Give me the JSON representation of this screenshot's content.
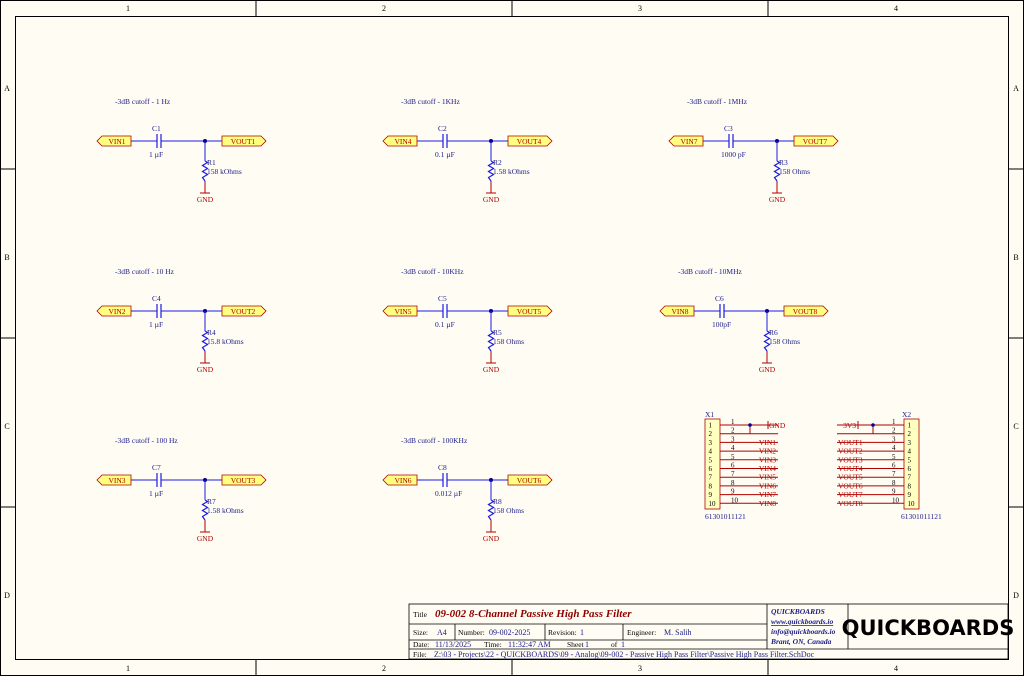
{
  "sheet": {
    "columns": [
      "1",
      "2",
      "3",
      "4"
    ],
    "rows": [
      "A",
      "B",
      "C",
      "D"
    ]
  },
  "filters": [
    {
      "cutoff": "-3dB cutoff - 1 Hz",
      "vin": "VIN1",
      "vout": "VOUT1",
      "cap": "C1",
      "cap_value": "1 µF",
      "res": "R1",
      "res_value": "158 kOhms",
      "gnd": "GND"
    },
    {
      "cutoff": "-3dB cutoff - 1KHz",
      "vin": "VIN4",
      "vout": "VOUT4",
      "cap": "C2",
      "cap_value": "0.1 µF",
      "res": "R2",
      "res_value": "1.58 kOhms",
      "gnd": "GND"
    },
    {
      "cutoff": "-3dB cutoff - 1MHz",
      "vin": "VIN7",
      "vout": "VOUT7",
      "cap": "C3",
      "cap_value": "1000 pF",
      "res": "R3",
      "res_value": "158 Ohms",
      "gnd": "GND"
    },
    {
      "cutoff": "-3dB cutoff - 10 Hz",
      "vin": "VIN2",
      "vout": "VOUT2",
      "cap": "C4",
      "cap_value": "1 µF",
      "res": "R4",
      "res_value": "15.8 kOhms",
      "gnd": "GND"
    },
    {
      "cutoff": "-3dB cutoff - 10KHz",
      "vin": "VIN5",
      "vout": "VOUT5",
      "cap": "C5",
      "cap_value": "0.1 µF",
      "res": "R5",
      "res_value": "158 Ohms",
      "gnd": "GND"
    },
    {
      "cutoff": "-3dB cutoff - 10MHz",
      "vin": "VIN8",
      "vout": "VOUT8",
      "cap": "C6",
      "cap_value": "100pF",
      "res": "R6",
      "res_value": "158 Ohms",
      "gnd": "GND"
    },
    {
      "cutoff": "-3dB cutoff - 100 Hz",
      "vin": "VIN3",
      "vout": "VOUT3",
      "cap": "C7",
      "cap_value": "1 µF",
      "res": "R7",
      "res_value": "1.58 kOhms",
      "gnd": "GND"
    },
    {
      "cutoff": "-3dB cutoff - 100KHz",
      "vin": "VIN6",
      "vout": "VOUT6",
      "cap": "C8",
      "cap_value": "0.012 µF",
      "res": "R8",
      "res_value": "158 Ohms",
      "gnd": "GND"
    }
  ],
  "connectors": [
    {
      "ref": "X1",
      "part": "61301011121",
      "pins": [
        "1",
        "2",
        "3",
        "4",
        "5",
        "6",
        "7",
        "8",
        "9",
        "10"
      ],
      "nets": [
        "GND",
        "",
        "VIN1",
        "VIN2",
        "VIN3",
        "VIN4",
        "VIN5",
        "VIN6",
        "VIN7",
        "VIN8"
      ]
    },
    {
      "ref": "X2",
      "part": "61301011121",
      "pins": [
        "1",
        "2",
        "3",
        "4",
        "5",
        "6",
        "7",
        "8",
        "9",
        "10"
      ],
      "nets": [
        "3V3",
        "",
        "VOUT1",
        "VOUT2",
        "VOUT3",
        "VOUT4",
        "VOUT5",
        "VOUT6",
        "VOUT7",
        "VOUT8"
      ]
    }
  ],
  "title_block": {
    "title_label": "Title",
    "title": "09-002 8-Channel Passive High Pass Filter",
    "size_label": "Size:",
    "size": "A4",
    "number_label": "Number:",
    "number": "09-002-2025",
    "revision_label": "Revision:",
    "revision": "1",
    "engineer_label": "Engineer:",
    "engineer": "M. Salih",
    "date_label": "Date:",
    "date": "11/13/2025",
    "time_label": "Time:",
    "time": "11:32:47 AM",
    "sheet_label": "Sheet",
    "sheet": "1",
    "of_label": "of",
    "of": "1",
    "file_label": "File:",
    "file": "Z:\\03 - Projects\\22 - QUICKBOARDS\\09 - Analog\\09-002 - Passive High Pass Filter\\Passive High Pass Filter.SchDoc",
    "company": "QUICKBOARDS",
    "website": "www.quickboards.io",
    "email": "info@quickboards.io",
    "location": "Brant, ON, Canada",
    "logo": "QUICKBOARDS"
  },
  "colors": {
    "wire": "#1b1be6",
    "net": "#b00000",
    "port_fill": "#ffff80",
    "background": "#fffdf3"
  }
}
